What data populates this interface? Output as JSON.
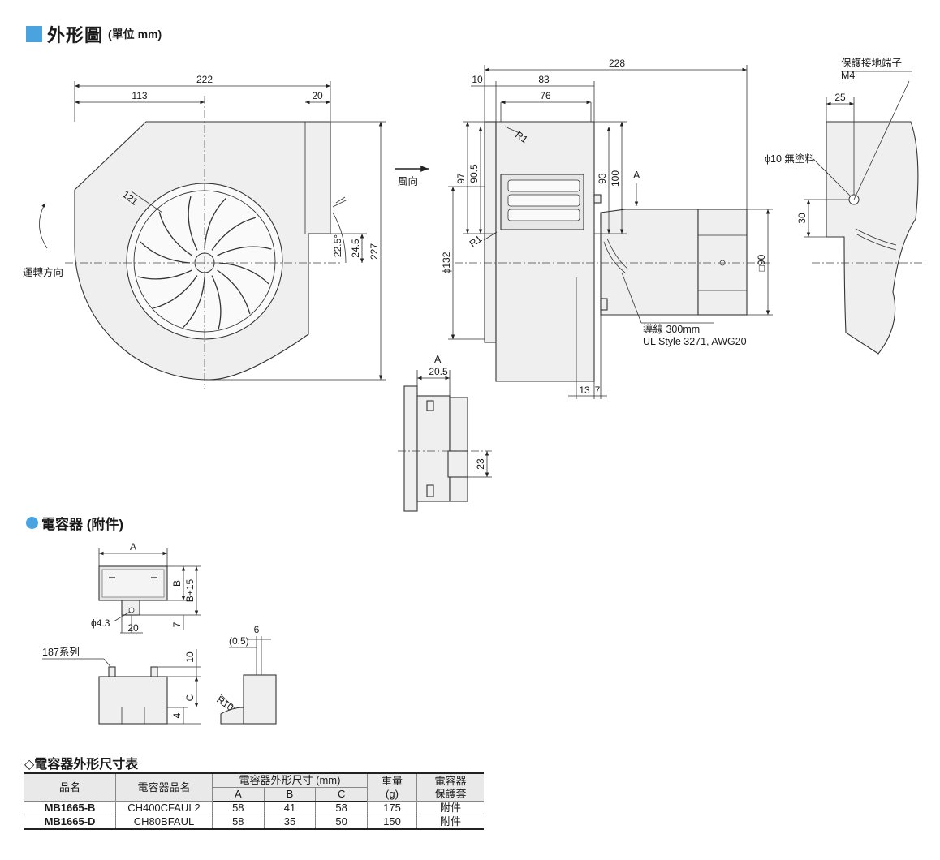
{
  "header": {
    "title": "外形圖",
    "unit": "(單位 mm)"
  },
  "front_view": {
    "dims": {
      "total_width": "222",
      "center_offset": "113",
      "outlet_inset": "20",
      "height": "227",
      "outlet_height": "24.5",
      "angle": "22.5°",
      "radius": "121"
    },
    "rotation_label": "運轉方向"
  },
  "side_view": {
    "dims": {
      "total_length": "228",
      "d10": "10",
      "d83": "83",
      "d76": "76",
      "d97": "97",
      "d90_5": "90.5",
      "d93": "93",
      "d100": "100",
      "phi132": "ϕ132",
      "r1_top": "R1",
      "r1_bottom": "R1",
      "d13": "13",
      "d7": "7",
      "motor_sq": "□90"
    },
    "wind_label": "風向",
    "view_a_marker": "A",
    "lead_wire": {
      "line1": "導線 300mm",
      "line2": "UL Style 3271, AWG20"
    }
  },
  "view_a": {
    "label": "A",
    "dims": {
      "d20_5": "20.5",
      "d23": "23"
    }
  },
  "ground_view": {
    "terminal_label": "保護接地端子",
    "terminal_size": "M4",
    "d25": "25",
    "d30": "30",
    "hole_label": "ϕ10 無塗料"
  },
  "capacitor": {
    "title": "電容器 (附件)",
    "dims": {
      "a": "A",
      "b": "B",
      "b15": "B+15",
      "phi": "ϕ4.3",
      "d20": "20",
      "d7": "7",
      "d10": "10",
      "c": "C",
      "d4": "4",
      "d6": "6",
      "d05": "(0.5)",
      "r10": "R10"
    },
    "series_label": "187系列"
  },
  "table": {
    "title": "◇電容器外形尺寸表",
    "headers": {
      "model": "品名",
      "cap_model": "電容器品名",
      "dims": "電容器外形尺寸 (mm)",
      "a": "A",
      "b": "B",
      "c": "C",
      "weight_line1": "重量",
      "weight_line2": "(g)",
      "cover_line1": "電容器",
      "cover_line2": "保護套"
    },
    "rows": [
      {
        "model": "MB1665-B",
        "cap_model": "CH400CFAUL2",
        "a": "58",
        "b": "41",
        "c": "58",
        "weight": "175",
        "cover": "附件"
      },
      {
        "model": "MB1665-D",
        "cap_model": "CH80BFAUL",
        "a": "58",
        "b": "35",
        "c": "50",
        "weight": "150",
        "cover": "附件"
      }
    ]
  }
}
